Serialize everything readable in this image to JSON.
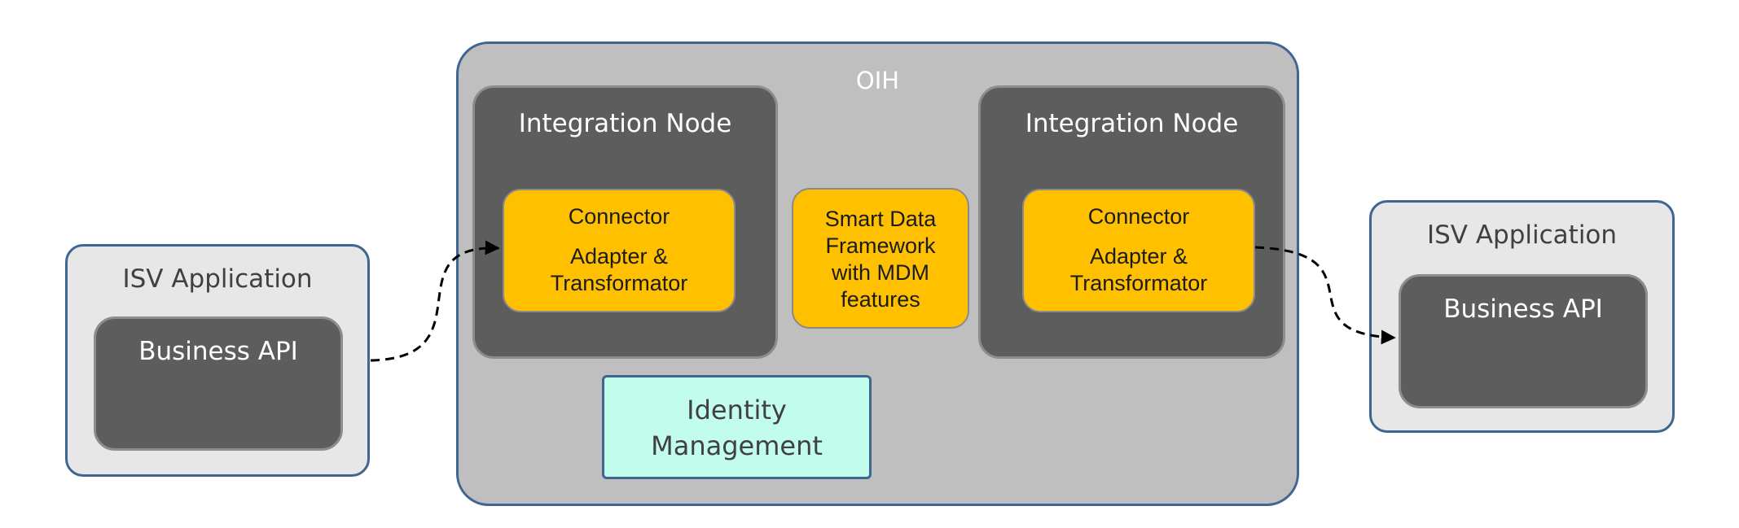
{
  "left_app": {
    "title": "ISV Application",
    "api": "Business API"
  },
  "oih": {
    "title": "OIH",
    "left_node": {
      "title": "Integration Node",
      "connector": "Connector",
      "adapter_line1": "Adapter &",
      "adapter_line2": "Transformator"
    },
    "center": {
      "line1": "Smart Data",
      "line2": "Framework",
      "line3": "with MDM",
      "line4": "features"
    },
    "right_node": {
      "title": "Integration Node",
      "connector": "Connector",
      "adapter_line1": "Adapter &",
      "adapter_line2": "Transformator"
    },
    "identity": {
      "line1": "Identity",
      "line2": "Management"
    }
  },
  "right_app": {
    "title": "ISV Application",
    "api": "Business API"
  },
  "colors": {
    "border_blue": "#3e6690",
    "node_dark": "#5d5d5d",
    "oih_gray": "#bfbfbf",
    "connector_yellow": "#ffc000",
    "identity_mint": "#c1fcec",
    "app_light_gray": "#e7e7e8"
  }
}
